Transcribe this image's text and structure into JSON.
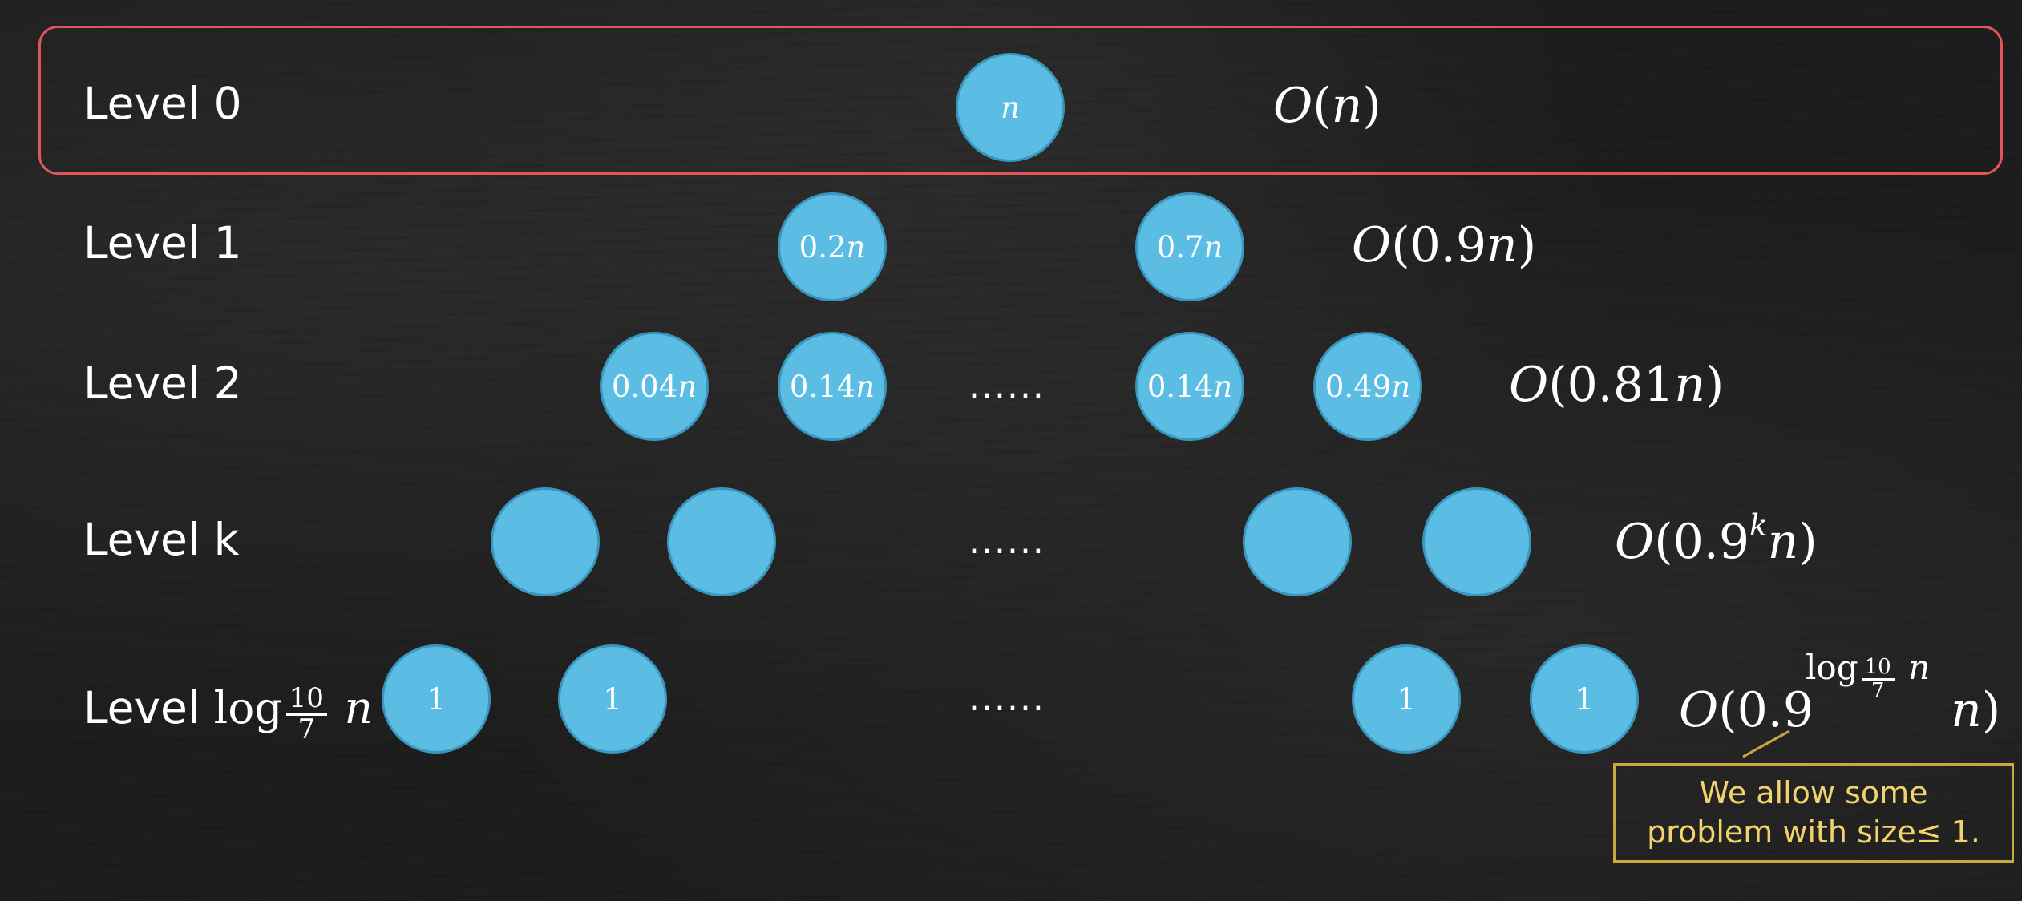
{
  "levels": [
    {
      "label_prefix": "Level ",
      "label_value": "0"
    },
    {
      "label_prefix": "Level ",
      "label_value": "1"
    },
    {
      "label_prefix": "Level ",
      "label_value": "2"
    },
    {
      "label_prefix": "Level ",
      "label_value": "k"
    },
    {
      "label_prefix": "Level ",
      "log": "log",
      "frac_num": "10",
      "frac_den": "7",
      "var": "n"
    }
  ],
  "nodes": {
    "level0": [
      {
        "num": "",
        "var": "n"
      }
    ],
    "level1": [
      {
        "num": "0.2",
        "var": "n"
      },
      {
        "num": "0.7",
        "var": "n"
      }
    ],
    "level2": [
      {
        "num": "0.04",
        "var": "n"
      },
      {
        "num": "0.14",
        "var": "n"
      },
      {
        "num": "0.14",
        "var": "n"
      },
      {
        "num": "0.49",
        "var": "n"
      }
    ],
    "levelk": [
      {
        "num": "",
        "var": ""
      },
      {
        "num": "",
        "var": ""
      },
      {
        "num": "",
        "var": ""
      },
      {
        "num": "",
        "var": ""
      }
    ],
    "levellog": [
      {
        "num": "1",
        "var": ""
      },
      {
        "num": "1",
        "var": ""
      },
      {
        "num": "1",
        "var": ""
      },
      {
        "num": "1",
        "var": ""
      }
    ]
  },
  "ellipsis": "......",
  "costs": {
    "level0": {
      "o": "O",
      "open": "(",
      "num": "",
      "var": "n",
      "close": ")"
    },
    "level1": {
      "o": "O",
      "open": "(",
      "num": "0.9",
      "var": "n",
      "close": ")"
    },
    "level2": {
      "o": "O",
      "open": "(",
      "num": "0.81",
      "var": "n",
      "close": ")"
    },
    "levelk": {
      "o": "O",
      "open": "(",
      "num": "0.9",
      "exp": "k",
      "var": "n",
      "close": ")"
    },
    "levellog": {
      "o": "O",
      "open": "(",
      "num": "0.9",
      "exp_log": "log",
      "exp_num": "10",
      "exp_den": "7",
      "exp_var": "n",
      "var": "n",
      "close": ")"
    }
  },
  "note": {
    "line1": "We allow some",
    "line2": "problem with size≤ 1."
  },
  "colors": {
    "node_fill": "#5bbde4",
    "highlight": "#e0575b",
    "note": "#f2d36b"
  }
}
